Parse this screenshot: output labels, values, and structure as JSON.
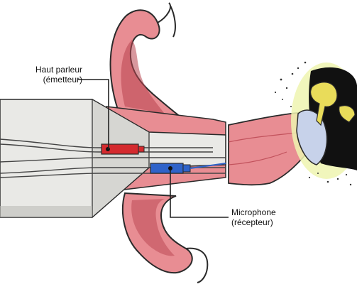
{
  "speaker": {
    "line1": "Haut parleur",
    "line2": "(émetteur)",
    "color": "#d42a2e"
  },
  "microphone": {
    "line1": "Microphone",
    "line2": "(récepteur)",
    "color": "#2f63c9"
  },
  "colors": {
    "ear_tissue": "#e88d93",
    "ear_tissue_dark": "#b8434f",
    "ear_outline": "#2a2a2a",
    "probe_body": "#e9e9e6",
    "probe_shadow": "#bdbdb8",
    "eardrum_glow": "#eef5b0",
    "eardrum": "#c7d2ea",
    "ossicles": "#e9dc5a",
    "middle_ear_dark": "#111111"
  }
}
